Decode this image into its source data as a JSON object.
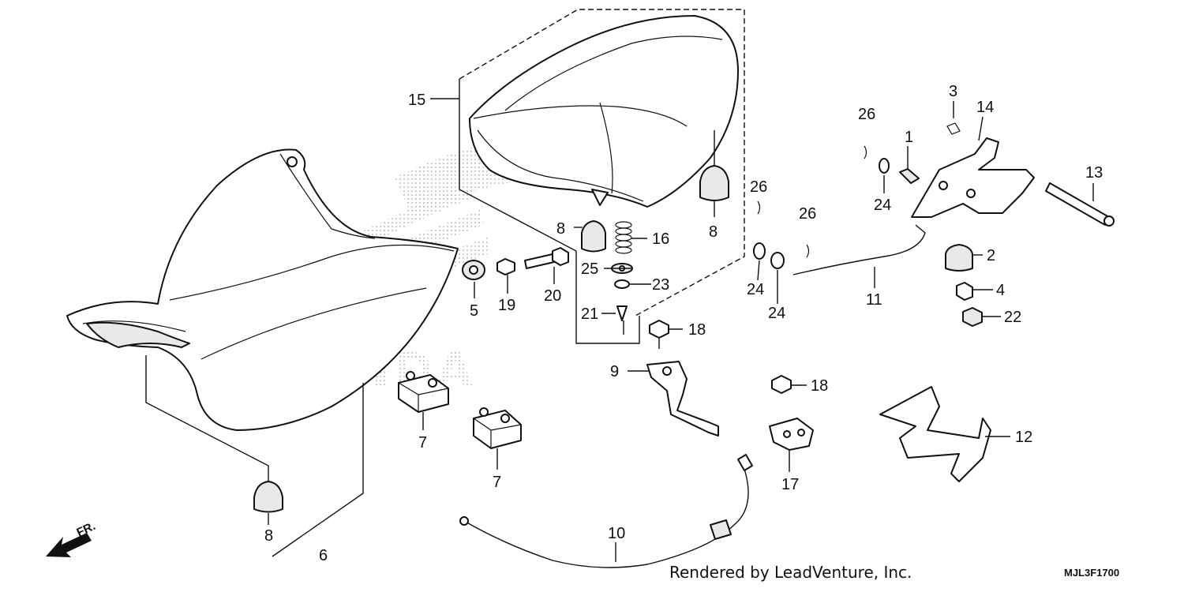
{
  "diagram": {
    "callouts": [
      "1",
      "2",
      "3",
      "4",
      "5",
      "6",
      "7",
      "7",
      "8",
      "8",
      "8",
      "9",
      "10",
      "11",
      "12",
      "13",
      "14",
      "15",
      "16",
      "17",
      "18",
      "18",
      "19",
      "20",
      "21",
      "22",
      "23",
      "24",
      "24",
      "24",
      "25",
      "26",
      "26",
      "26"
    ],
    "watermark_text": "HONDA",
    "direction_label": "FR.",
    "footer_credit": "Rendered by LeadVenture, Inc.",
    "diagram_code": "MJL3F1700"
  }
}
